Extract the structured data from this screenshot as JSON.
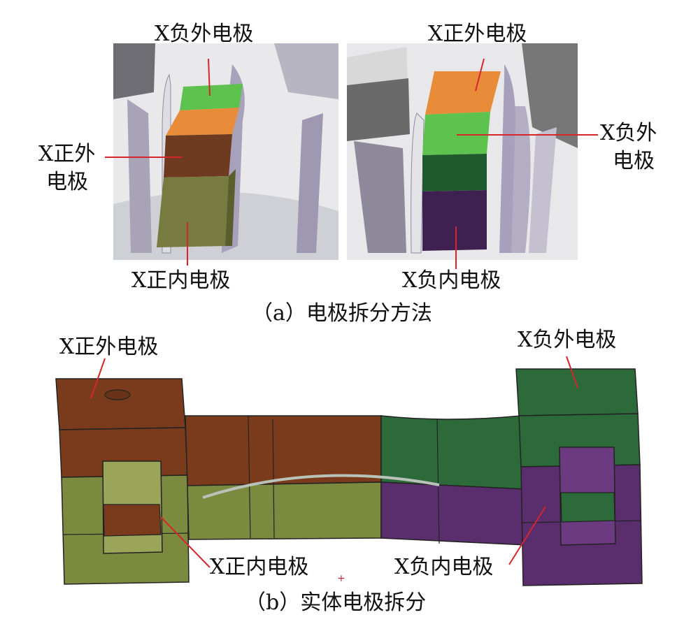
{
  "figure_a": {
    "left_panel": {
      "label_top": "X负外电极",
      "label_left_line1": "X正外",
      "label_left_line2": "电极",
      "label_bottom": "X正内电极"
    },
    "right_panel": {
      "label_top": "X正外电极",
      "label_right_line1": "X负外",
      "label_right_line2": "电极",
      "label_bottom": "X负内电极"
    },
    "caption": "（a）电极拆分方法"
  },
  "figure_b": {
    "label_top_left": "X正外电极",
    "label_top_right": "X负外电极",
    "label_bottom_left": "X正内电极",
    "label_bottom_right": "X负内电极",
    "caption": "（b）实体电极拆分"
  },
  "colors": {
    "pos_outer": "#7a3b1c",
    "pos_inner": "#7c8a40",
    "neg_outer": "#2d6a3a",
    "neg_inner": "#5a2d6c",
    "orange": "#e98c3a",
    "light_green": "#5ec24f",
    "leader": "#d4262b"
  }
}
